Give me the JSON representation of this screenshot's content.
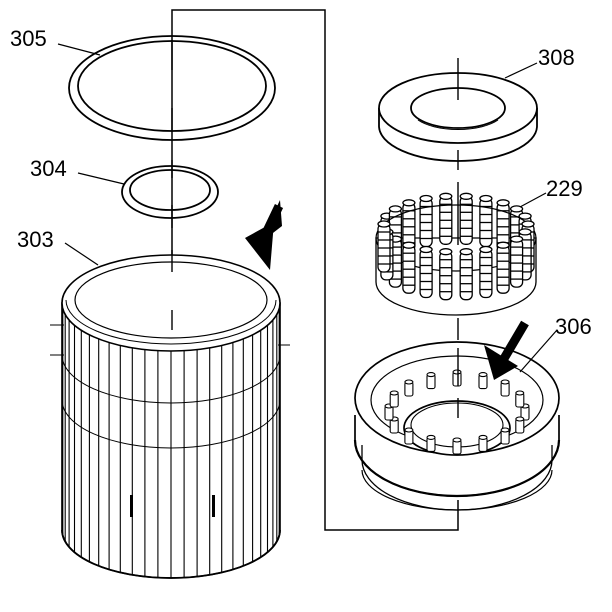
{
  "parts": [
    {
      "id": "snap-ring",
      "label": "305"
    },
    {
      "id": "small-ring",
      "label": "304"
    },
    {
      "id": "housing",
      "label": "303"
    },
    {
      "id": "thrust-bearing",
      "label": "308"
    },
    {
      "id": "spring-assembly",
      "label": "229"
    },
    {
      "id": "piston",
      "label": "306"
    }
  ],
  "colors": {
    "line": "#000000",
    "background": "#ffffff",
    "fill": "#ffffff"
  }
}
